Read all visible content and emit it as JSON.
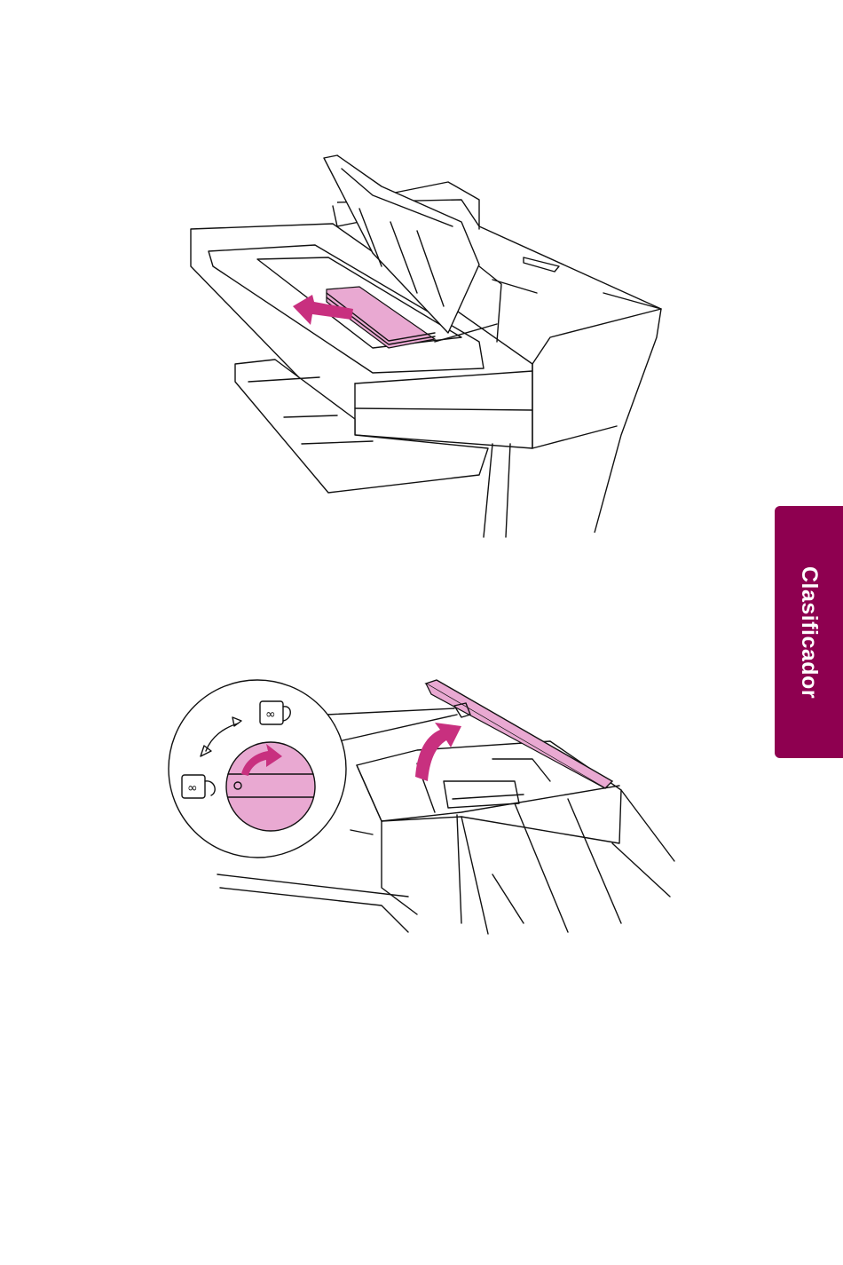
{
  "side_tab": {
    "label": "Clasificador",
    "color": "#8e0050"
  },
  "illustrations": {
    "accent_color": "#e9a9d2",
    "arrow_color": "#c8307f",
    "top": {
      "subject": "stapler-output-bin-with-stack-of-paper"
    },
    "bottom": {
      "subject": "stapler-cover-and-lock-dial"
    }
  }
}
